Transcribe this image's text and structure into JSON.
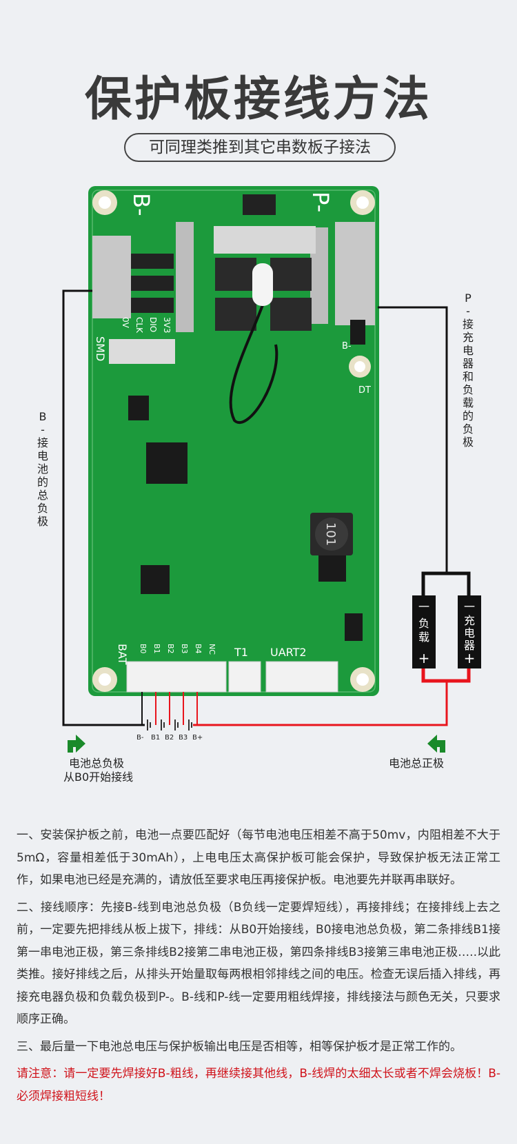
{
  "title": "保护板接线方法",
  "subtitle": "可同理类推到其它串数板子接法",
  "board": {
    "marks": {
      "b_minus": "B-",
      "p_minus": "P-",
      "smd": "SMD",
      "bat": "BAT",
      "uart2": "UART2",
      "t1": "T1",
      "dt": "DT",
      "pin_3v3": "3V3",
      "pin_dio": "DIO",
      "pin_clk": "CLK",
      "pin_0v": "0V",
      "chip_label": "101",
      "b_pad": "B-"
    },
    "port_pins": [
      "B0",
      "B1",
      "B2",
      "B3",
      "B4",
      "NC"
    ]
  },
  "left_label": "B-接电池的总负极",
  "right_label": "P-接充电器和负载的负极",
  "load_box": {
    "minus": "一",
    "text": "负载",
    "plus": "+"
  },
  "charger_box": {
    "minus": "一",
    "text": "充电器",
    "plus": "+"
  },
  "wire_labels": [
    "B-",
    "B1",
    "B2",
    "B3",
    "B+"
  ],
  "left_arrow_text_line1": "电池总负极",
  "left_arrow_text_line2": "从B0开始接线",
  "right_arrow_text": "电池总正极",
  "paragraphs": [
    "一、安装保护板之前，电池一点要匹配好（每节电池电压相差不高于50mv，内阻相差不大于5mΩ，容量相差低于30mAh），上电电压太高保护板可能会保护，导致保护板无法正常工作，如果电池已经是充满的，请放低至要求电压再接保护板。电池要先并联再串联好。",
    "二、接线顺序：先接B-线到电池总负极（B负线一定要焊短线），再接排线；在接排线上去之前，一定要先把排线从板上拔下，排线：从B0开始接线，B0接电池总负极，第二条排线B1接第一串电池正极，第三条排线B2接第二串电池正极，第四条排线B3接第三串电池正极…..以此类推。接好排线之后，从排头开始量取每两根相邻排线之间的电压。检查无误后插入排线，再接充电器负极和负载负极到P-。B-线和P-线一定要用粗线焊接，排线接法与颜色无关，只要求顺序正确。",
    "三、最后量一下电池总电压与保护板输出电压是否相等，相等保护板才是正常工作的。"
  ],
  "warning": "请注意：请一定要先焊接好B-粗线，再继续接其他线，B-线焊的太细太长或者不焊会烧板！B-必须焊接粗短线！",
  "colors": {
    "pcb": "#1c9a3c",
    "wire_red": "#e8141c",
    "wire_black": "#111111",
    "arrow_green": "#1a8a2a",
    "warning_red": "#d0121a"
  }
}
